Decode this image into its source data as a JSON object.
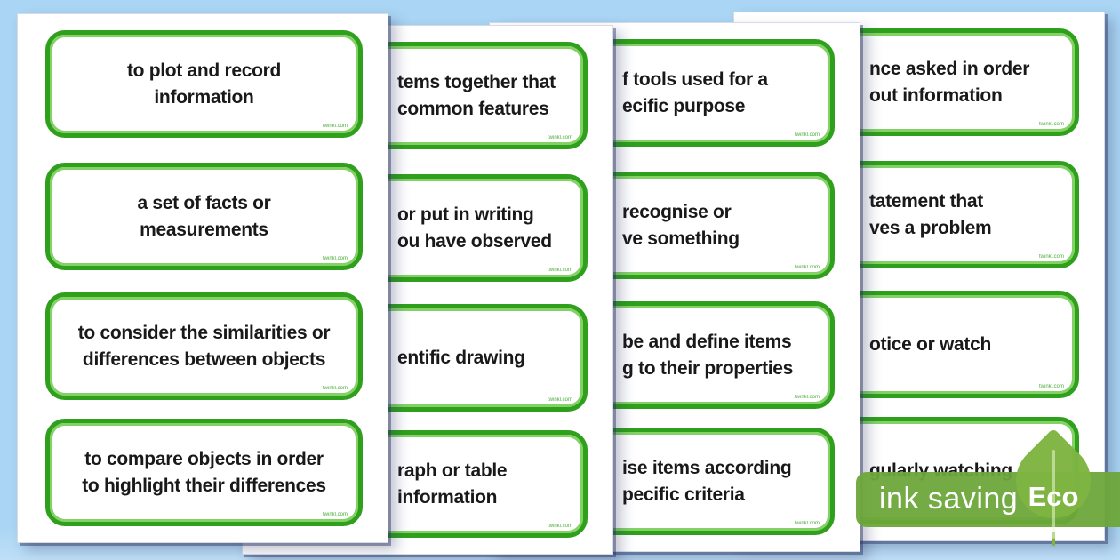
{
  "background_color": "#aad5f4",
  "card_style": {
    "border_green": "#2fa01c",
    "inner_green": "#84d166",
    "text_color": "#191919",
    "watermark": "twinkl.com"
  },
  "badge": {
    "label": "ink saving",
    "eco_label": "Eco",
    "bar_color": "#6da73a",
    "leaf_color": "#7eb542"
  },
  "pages": [
    {
      "id": "page-1",
      "cards": [
        {
          "lines": [
            "to plot and record",
            "information"
          ]
        },
        {
          "lines": [
            "a set of facts or",
            "measurements"
          ]
        },
        {
          "lines": [
            "to consider the similarities or",
            "differences between objects"
          ]
        },
        {
          "lines": [
            "to compare objects in order",
            "to highlight their differences"
          ]
        }
      ]
    },
    {
      "id": "page-2",
      "cards": [
        {
          "lines": [
            "tems together that",
            "common features"
          ]
        },
        {
          "lines": [
            "or put in writing",
            "ou have observed"
          ]
        },
        {
          "lines": [
            "entific drawing"
          ]
        },
        {
          "lines": [
            "raph or table",
            "information"
          ]
        }
      ]
    },
    {
      "id": "page-3",
      "cards": [
        {
          "lines": [
            "f tools used for a",
            "ecific purpose"
          ]
        },
        {
          "lines": [
            "recognise or",
            "ve something"
          ]
        },
        {
          "lines": [
            "be and define items",
            "g to their properties"
          ]
        },
        {
          "lines": [
            "ise items according",
            "pecific criteria"
          ]
        }
      ]
    },
    {
      "id": "page-4",
      "cards": [
        {
          "lines": [
            "nce asked in order",
            "out information"
          ]
        },
        {
          "lines": [
            "tatement that",
            "ves a problem"
          ]
        },
        {
          "lines": [
            "otice or watch"
          ]
        },
        {
          "lines": [
            "gularly watching"
          ]
        }
      ]
    }
  ]
}
